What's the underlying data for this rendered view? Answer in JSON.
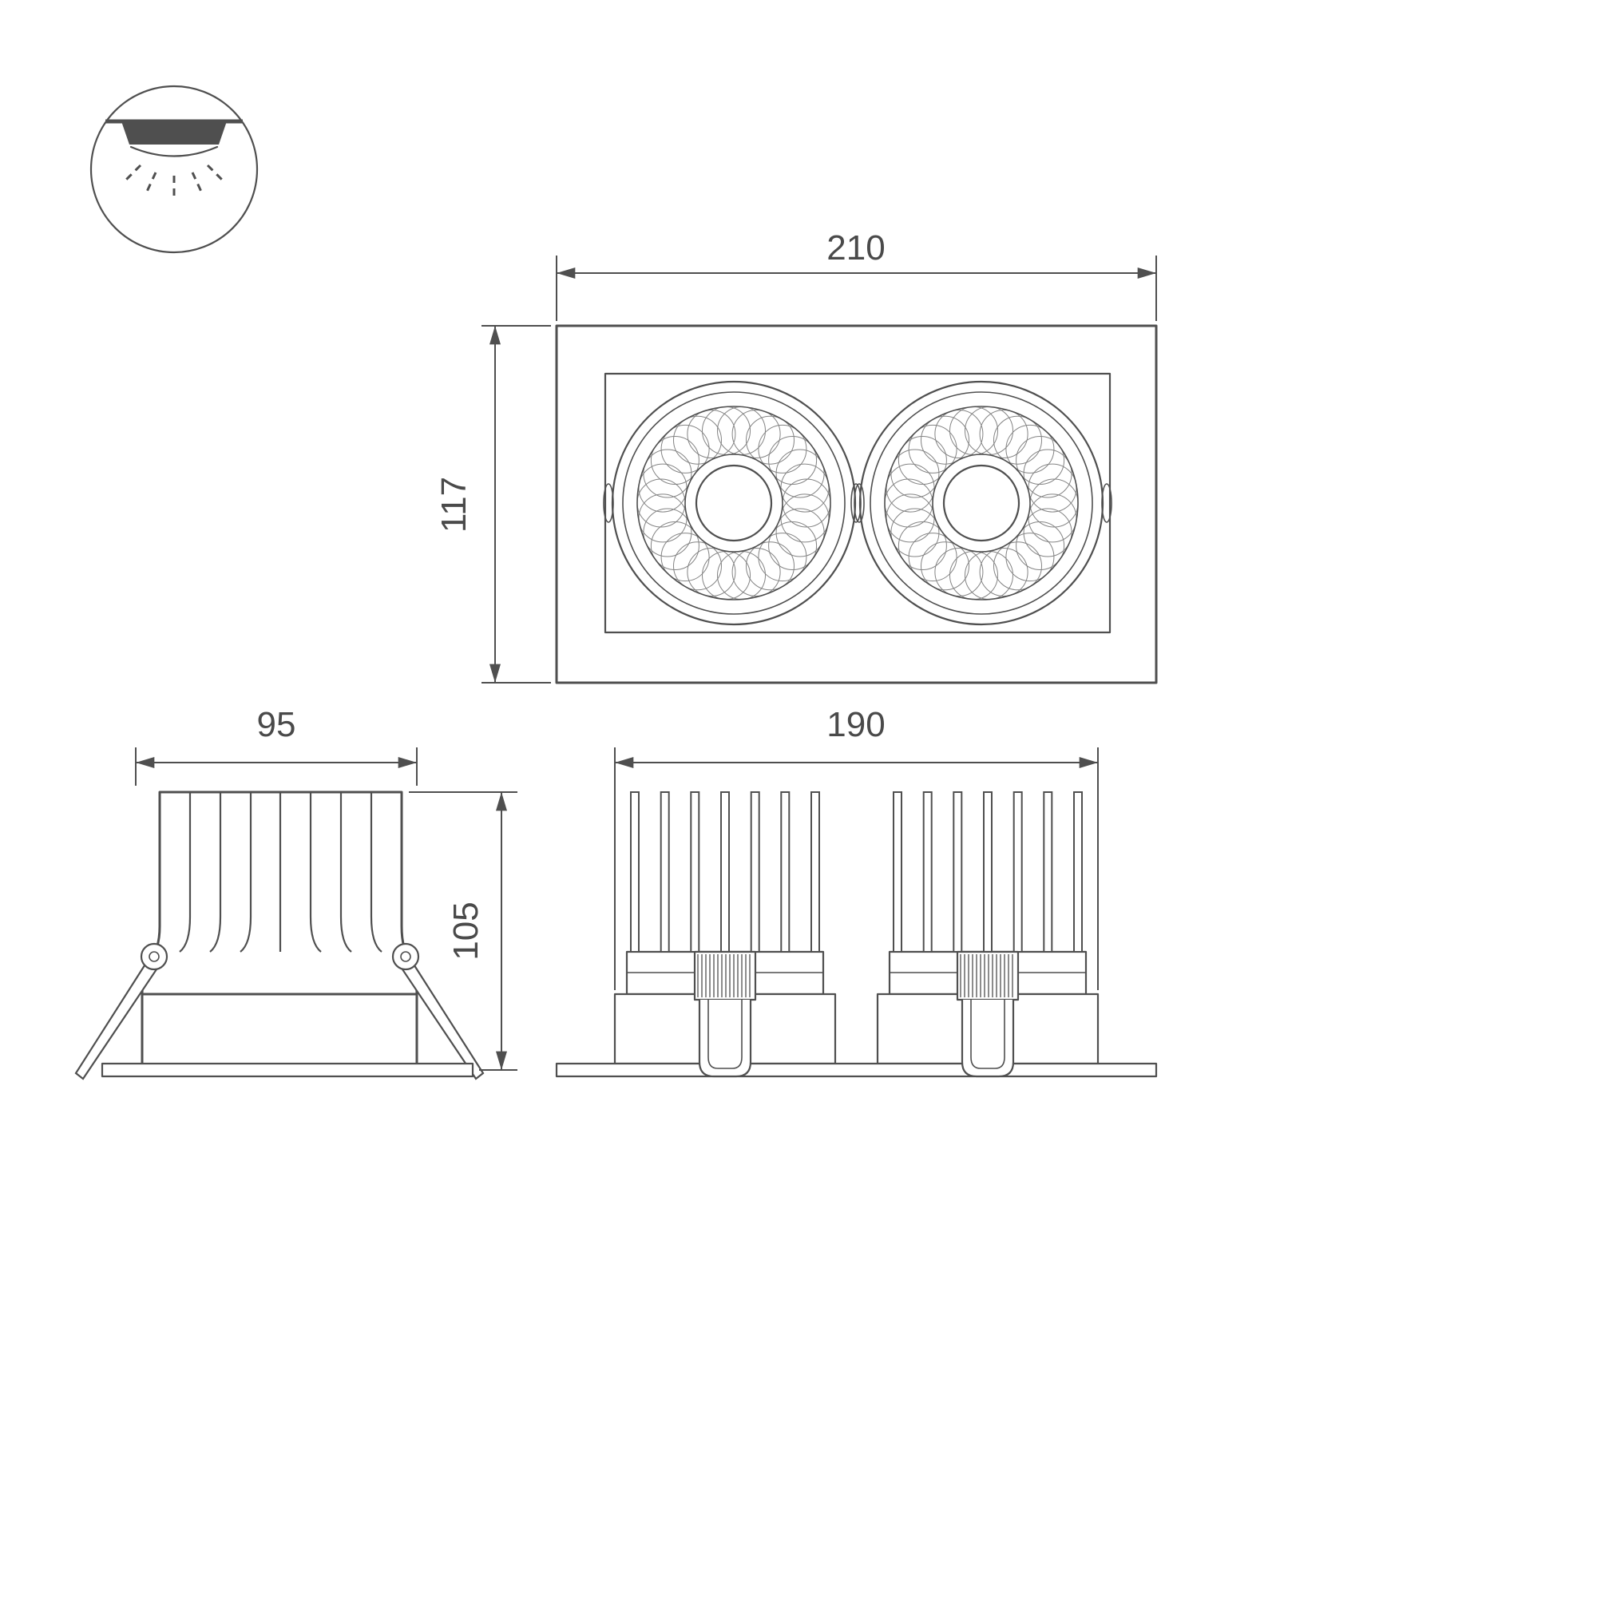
{
  "colors": {
    "background": "#ffffff",
    "line": "#4f4f4f",
    "mesh": "#848484",
    "text": "#4a4a4a"
  },
  "icon": {
    "name": "recessed-downlight-icon"
  },
  "views": {
    "front": {
      "width_label": "210",
      "height_label": "117"
    },
    "side": {
      "width_label": "95",
      "height_label": "105"
    },
    "back": {
      "width_label": "190"
    }
  }
}
